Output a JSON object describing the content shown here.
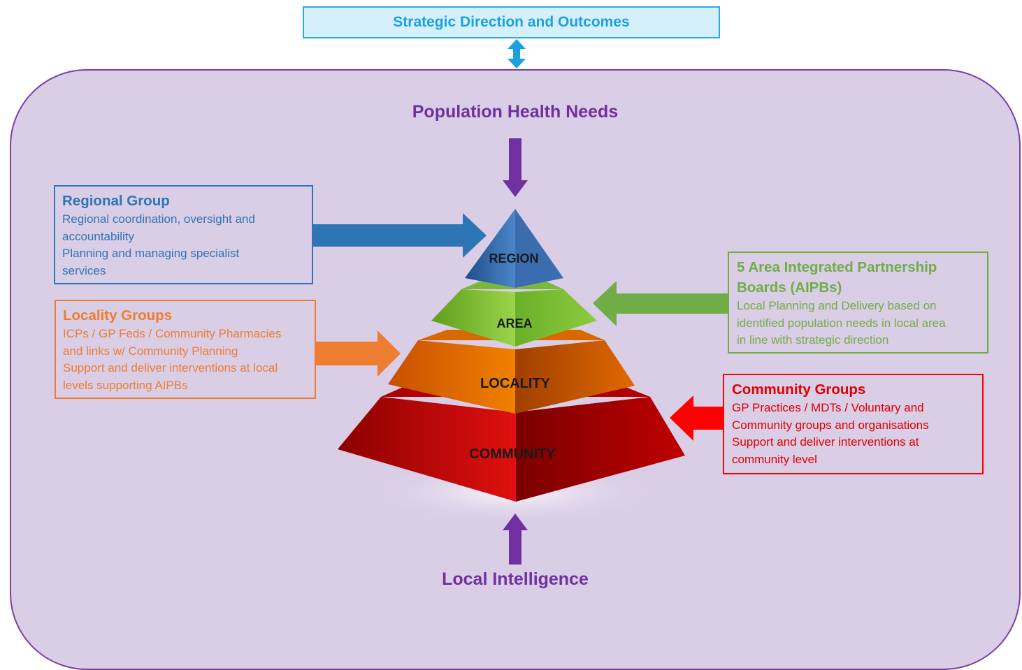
{
  "top_box": {
    "title": "Strategic Direction and Outcomes"
  },
  "population_heading": "Population Health Needs",
  "local_heading": "Local Intelligence",
  "pyramid": {
    "tiers": [
      "REGION",
      "AREA",
      "LOCALITY",
      "COMMUNITY"
    ]
  },
  "regional_group": {
    "title": "Regional Group",
    "lines": [
      "Regional coordination, oversight and",
      "accountability",
      "Planning and managing specialist",
      "services"
    ]
  },
  "locality_groups": {
    "title": "Locality Groups",
    "lines": [
      "ICPs / GP Feds / Community Pharmacies",
      "and links w/ Community Planning",
      "Support and deliver interventions at local",
      "levels supporting AIPBs"
    ]
  },
  "area_boards": {
    "title_lines": [
      "5 Area Integrated Partnership",
      "Boards (AIPBs)"
    ],
    "lines": [
      "Local Planning and Delivery based on",
      "identified population needs in local area",
      "in line with strategic direction"
    ]
  },
  "community_groups": {
    "title": "Community Groups",
    "lines": [
      "GP Practices / MDTs / Voluntary and",
      "Community groups and organisations",
      "Support and deliver interventions at",
      "community level"
    ]
  },
  "colors": {
    "container_bg": "#dacde6",
    "container_border": "#7a3ea8",
    "purple": "#7030a0",
    "cyan": "#1ba1e2",
    "blue": "#2e75b6",
    "orange": "#ed7d31",
    "green": "#70ad47",
    "red": "#ff0000"
  }
}
